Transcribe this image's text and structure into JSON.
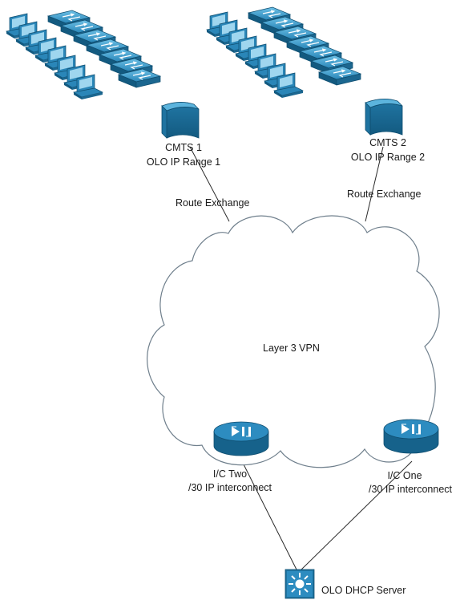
{
  "nodes": {
    "cmts1": {
      "name": "CMTS 1",
      "range": "OLO IP Range 1"
    },
    "cmts2": {
      "name": "CMTS 2",
      "range": "OLO IP Range 2"
    },
    "route_exchange_1": "Route Exchange",
    "route_exchange_2": "Route Exchange",
    "vpn": "Layer 3 VPN",
    "ic_two": {
      "name": "I/C Two",
      "detail": "/30 IP interconnect"
    },
    "ic_one": {
      "name": "I/C One",
      "detail": "/30 IP interconnect"
    },
    "dhcp": "OLO DHCP Server"
  },
  "icons": {
    "cmts": "cmts-router-icon",
    "computer": "workstation-icon",
    "switch": "switch-icon",
    "router": "router-icon",
    "server": "multilayer-switch-icon",
    "cloud": "cloud-icon"
  },
  "colors": {
    "device_dark": "#1c6790",
    "device_mid": "#2a86b8",
    "device_light": "#5cb4dd",
    "cloud_stroke": "#6f7f8c",
    "line": "#2a2a2a"
  }
}
